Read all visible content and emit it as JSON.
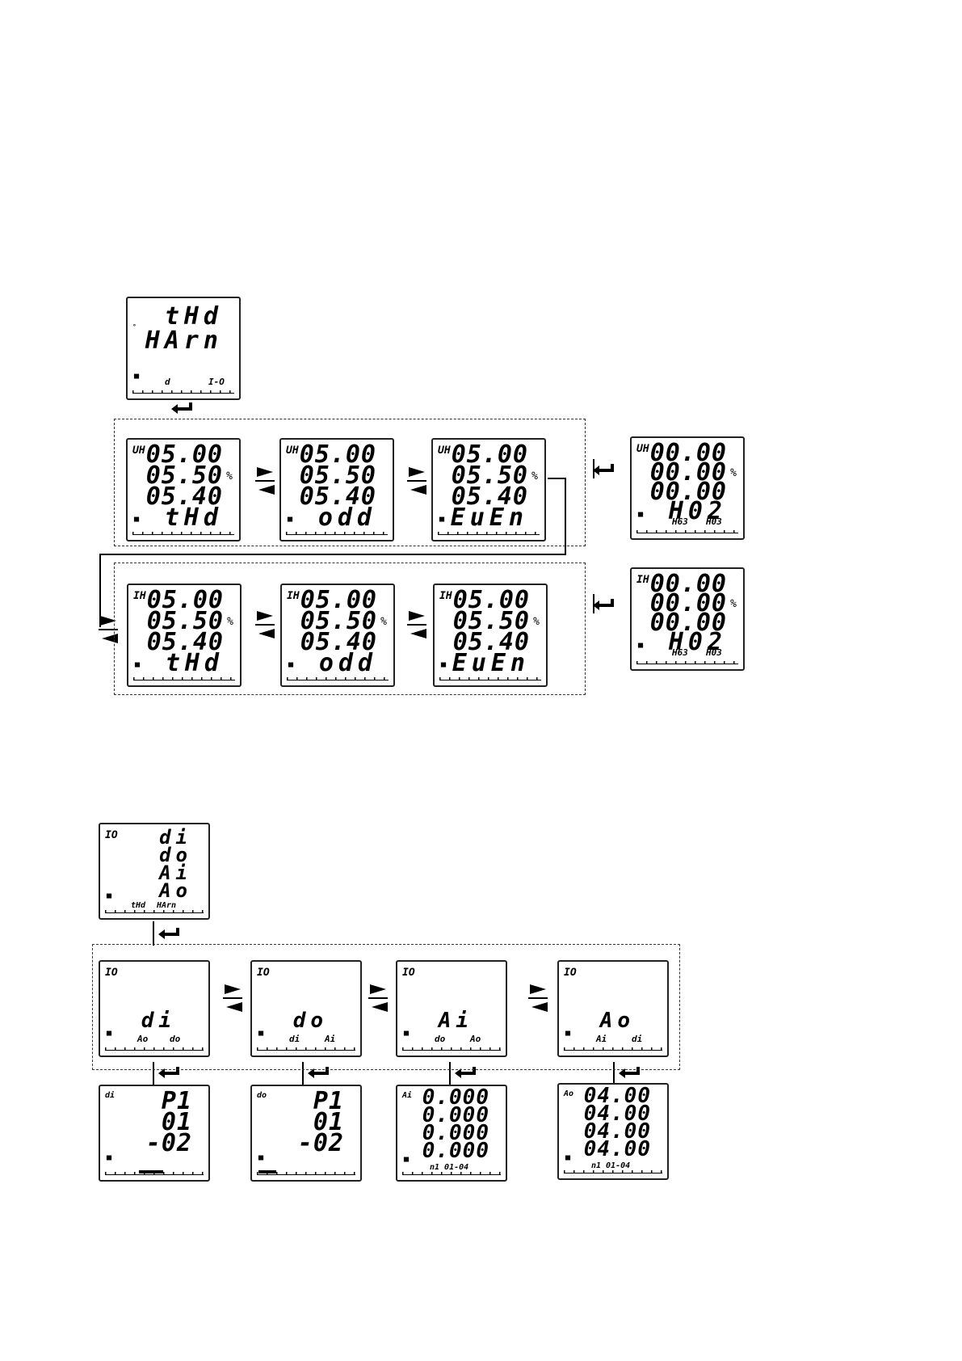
{
  "section1": {
    "menu": {
      "line1": "tHd",
      "line2": "HArn",
      "seg_left": "d",
      "seg_right": "I-O"
    },
    "voltage_row": {
      "label": "UH",
      "screens": [
        {
          "v1": "05.00",
          "v2": "05.50",
          "v3": "05.40",
          "mode": "tHd"
        },
        {
          "v1": "05.00",
          "v2": "05.50",
          "v3": "05.40",
          "mode": "odd"
        },
        {
          "v1": "05.00",
          "v2": "05.50",
          "v3": "05.40",
          "mode": "EuEn"
        }
      ],
      "detail": {
        "v1": "00.00",
        "v2": "00.00",
        "v3": "00.00",
        "harm": "H02",
        "seg_left": "H63",
        "seg_right": "H03"
      }
    },
    "current_row": {
      "label": "IH",
      "screens": [
        {
          "v1": "05.00",
          "v2": "05.50",
          "v3": "05.40",
          "mode": "tHd"
        },
        {
          "v1": "05.00",
          "v2": "05.50",
          "v3": "05.40",
          "mode": "odd"
        },
        {
          "v1": "05.00",
          "v2": "05.50",
          "v3": "05.40",
          "mode": "EuEn"
        }
      ],
      "detail": {
        "v1": "00.00",
        "v2": "00.00",
        "v3": "00.00",
        "harm": "H02",
        "seg_left": "H63",
        "seg_right": "H03"
      }
    },
    "pct": "%"
  },
  "section2": {
    "menu": {
      "label": "IO",
      "items": [
        "di",
        "do",
        "Ai",
        "Ao"
      ],
      "seg": "tHd",
      "seg2": "HArn"
    },
    "screens": [
      {
        "label": "IO",
        "mode": "di",
        "seg_left": "Ao",
        "seg_right": "do"
      },
      {
        "label": "IO",
        "mode": "do",
        "seg_left": "di",
        "seg_right": "Ai"
      },
      {
        "label": "IO",
        "mode": "Ai",
        "seg_left": "do",
        "seg_right": "Ao"
      },
      {
        "label": "IO",
        "mode": "Ao",
        "seg_left": "Ai",
        "seg_right": "di"
      }
    ],
    "details": [
      {
        "label": "di",
        "r1": "P1",
        "r2": "01",
        "r3": "-02",
        "r4": "",
        "seg": ""
      },
      {
        "label": "do",
        "r1": "P1",
        "r2": "01",
        "r3": "-02",
        "r4": "",
        "seg": ""
      },
      {
        "label": "Ai",
        "r1": "0.000",
        "r2": "0.000",
        "r3": "0.000",
        "r4": "0.000",
        "seg": "n1 01-04"
      },
      {
        "label": "Ao",
        "r1": "04.00",
        "r2": "04.00",
        "r3": "04.00",
        "r4": "04.00",
        "seg": "n1 01-04"
      }
    ]
  }
}
